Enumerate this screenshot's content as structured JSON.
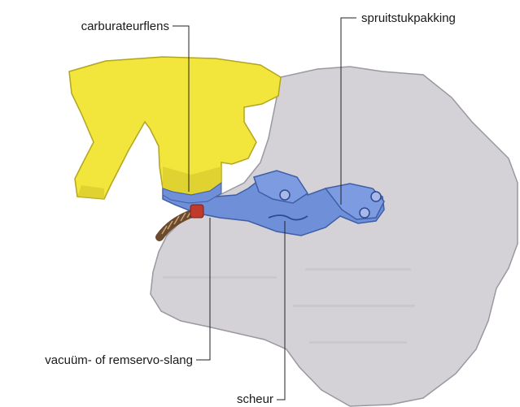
{
  "labels": {
    "carburetor_flange": "carburateurflens",
    "injector_gasket": "spruitstukpakking",
    "vacuum_hose": "vacuüm- of remservo-slang",
    "crack": "scheur"
  },
  "colors": {
    "background": "#ffffff",
    "engine_block": "#d4d2d6",
    "carburetor": "#f2e63c",
    "manifold": "#6f8fd8",
    "hose": "#6b4a2e",
    "fitting": "#c0392b"
  }
}
